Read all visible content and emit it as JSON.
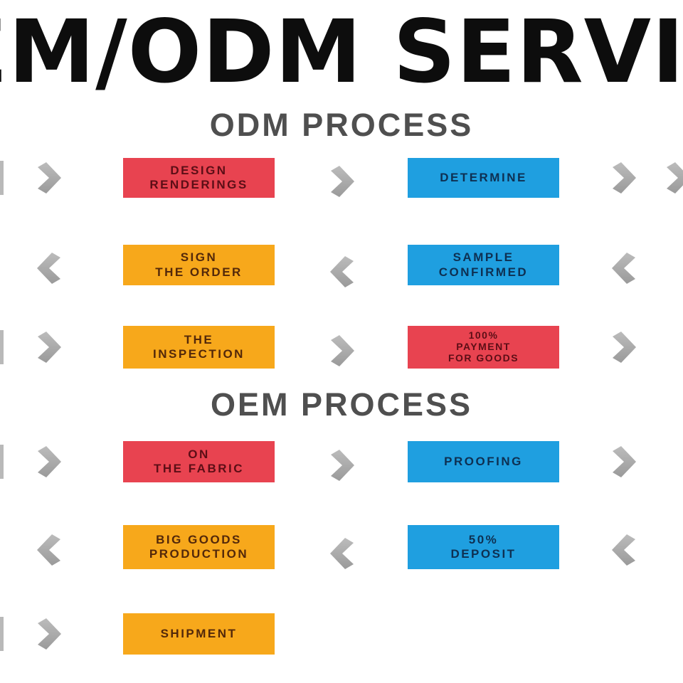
{
  "title": {
    "text": "OEM/ODM SERVICE"
  },
  "colors": {
    "red": "#e84350",
    "orange": "#f7a81b",
    "blue": "#1f9fe0",
    "red_text": "#5c0e16",
    "orange_text": "#53280a",
    "blue_text": "#0e3052",
    "arrow": "#a9a9a9",
    "heading": "#4f4f4f",
    "title": "#0d0d0d",
    "background": "#ffffff"
  },
  "icons": {
    "right_arrow": "chevron-right-icon",
    "left_arrow": "chevron-left-icon"
  },
  "sections": [
    {
      "heading": "ODM PROCESS",
      "rows": [
        {
          "direction": "right",
          "edge_left": true,
          "edge_right": true,
          "boxes": [
            {
              "color": "red",
              "lines": [
                "DESIGN",
                "RENDERINGS"
              ]
            },
            {
              "color": "blue",
              "lines": [
                "DETERMINE"
              ]
            }
          ]
        },
        {
          "direction": "left",
          "edge_left": false,
          "edge_right": false,
          "boxes": [
            {
              "color": "orange",
              "lines": [
                "SIGN",
                "THE ORDER"
              ]
            },
            {
              "color": "blue",
              "lines": [
                "SAMPLE",
                "CONFIRMED"
              ]
            }
          ]
        },
        {
          "direction": "right",
          "edge_left": true,
          "edge_right": false,
          "boxes": [
            {
              "color": "orange",
              "lines": [
                "THE",
                "INSPECTION"
              ]
            },
            {
              "color": "red",
              "lines": [
                "100%",
                "PAYMENT",
                "FOR GOODS"
              ]
            }
          ]
        }
      ]
    },
    {
      "heading": "OEM PROCESS",
      "rows": [
        {
          "direction": "right",
          "edge_left": true,
          "edge_right": false,
          "boxes": [
            {
              "color": "red",
              "lines": [
                "ON",
                "THE FABRIC"
              ]
            },
            {
              "color": "blue",
              "lines": [
                "PROOFING"
              ]
            }
          ]
        },
        {
          "direction": "left",
          "edge_left": false,
          "edge_right": false,
          "boxes": [
            {
              "color": "orange",
              "lines": [
                "BIG GOODS",
                "PRODUCTION"
              ]
            },
            {
              "color": "blue",
              "lines": [
                "50%",
                "DEPOSIT"
              ]
            }
          ]
        },
        {
          "direction": "right",
          "edge_left": true,
          "edge_right": false,
          "boxes": [
            {
              "color": "orange",
              "lines": [
                "SHIPMENT"
              ]
            }
          ]
        }
      ]
    }
  ]
}
